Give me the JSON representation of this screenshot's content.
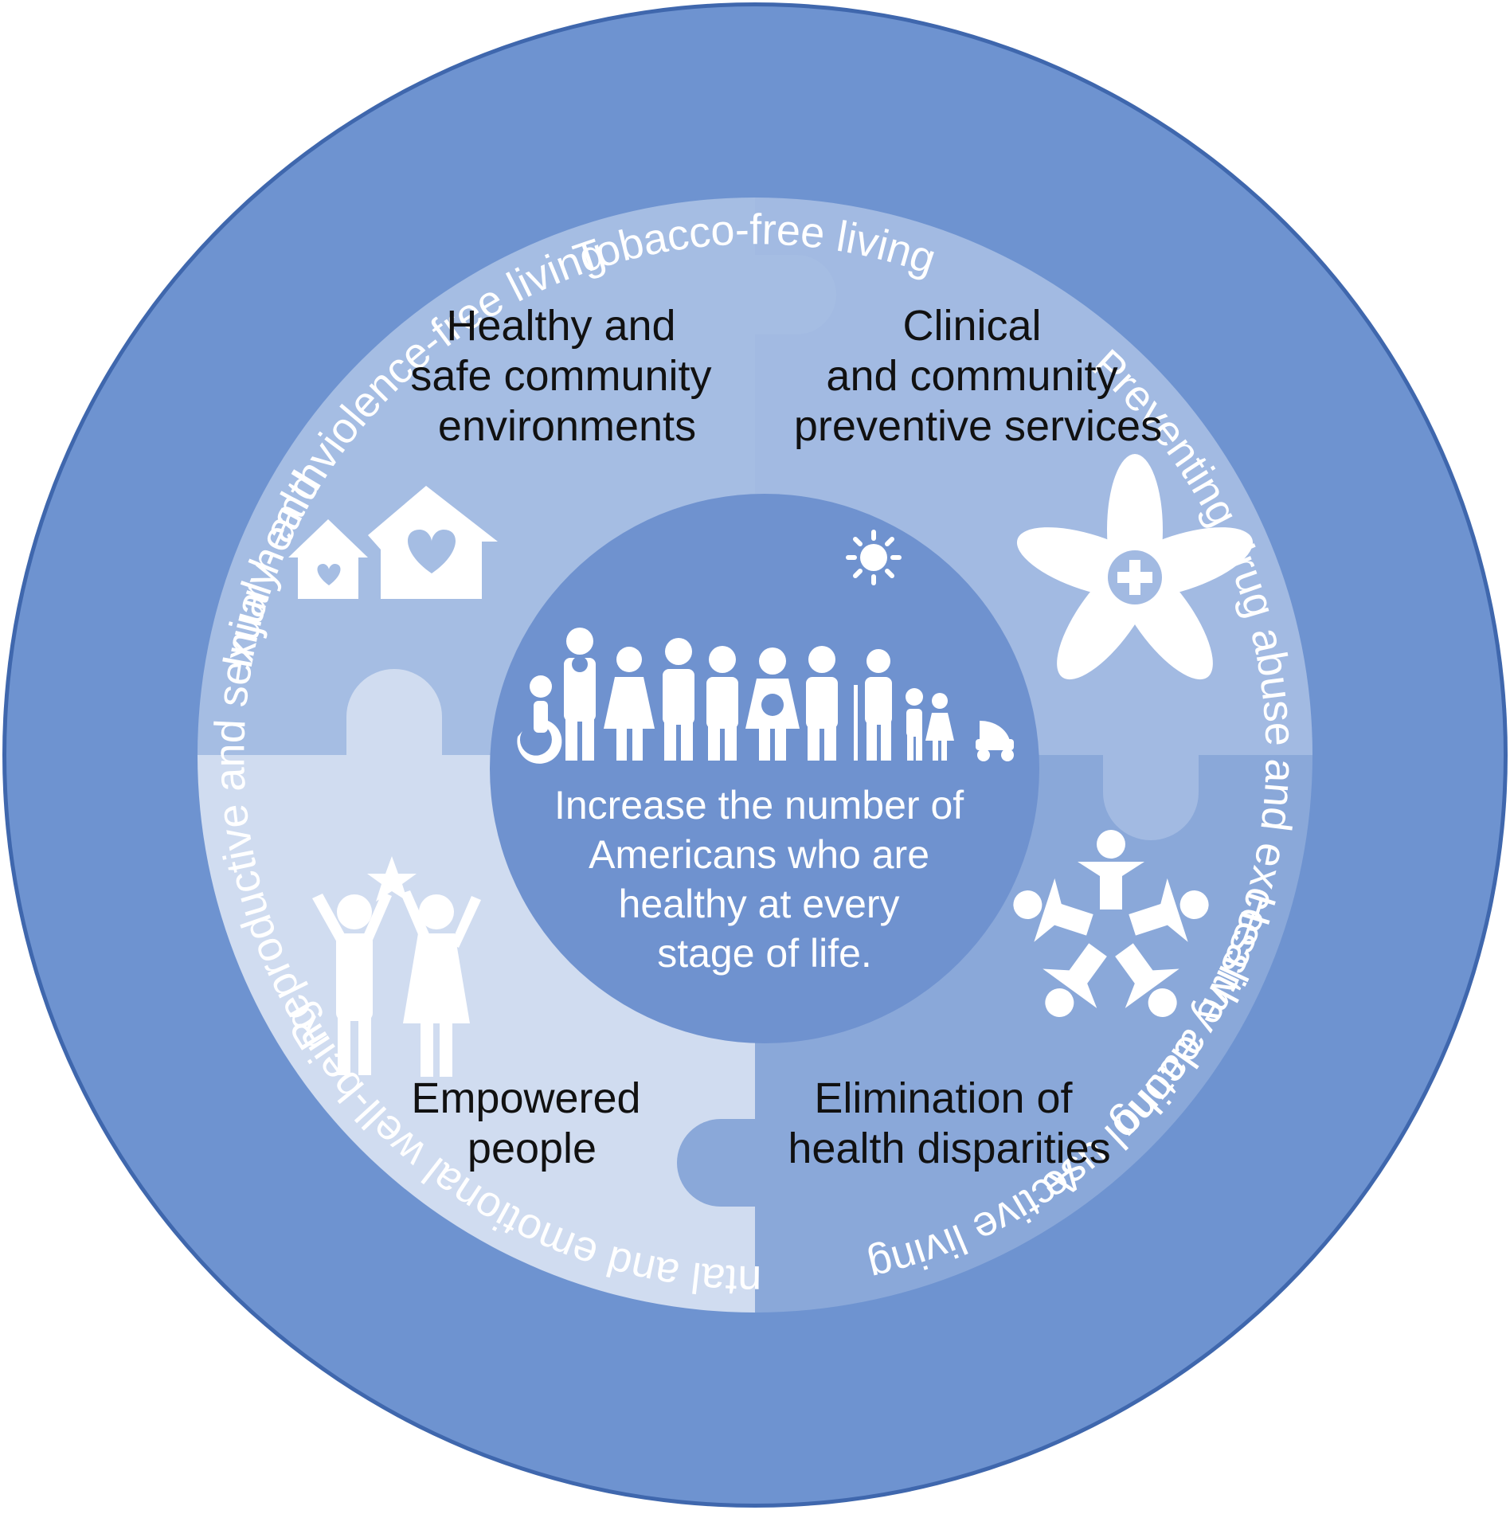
{
  "ring": {
    "tobacco": "Tobacco-free living",
    "drug": "Preventing drug abuse and excessive alcohol use",
    "eating": "Healthy eating",
    "active": "Active living",
    "mental": "Mental and emotional well-being",
    "reproductive": "Reproductive and sexual health",
    "injury": "Injury- and violence-free living"
  },
  "quadrants": {
    "environments": [
      "Healthy and",
      "safe community",
      "environments"
    ],
    "services": [
      "Clinical",
      "and community",
      "preventive services"
    ],
    "empowered": [
      "Empowered",
      "people"
    ],
    "disparities": [
      "Elimination of",
      "health disparities"
    ]
  },
  "center": {
    "lines": [
      "Increase the number of",
      "Americans who are",
      "healthy at every",
      "stage of life."
    ]
  },
  "icons": {
    "environments": "houses-heart-icon",
    "services": "hands-medical-cross-icon",
    "empowered": "people-raising-arms-star-icon",
    "disparities": "circle-of-people-icon",
    "center": "family-generations-icon",
    "sun": "sun-icon"
  },
  "colors": {
    "outer_ring": "#6e93d0",
    "environments": "#a5bde3",
    "services": "#a2bae2",
    "empowered": "#d0dcf0",
    "disparities": "#8aa8d9",
    "center": "#6f92cf",
    "text_dark": "#111111",
    "text_light": "#ffffff"
  }
}
